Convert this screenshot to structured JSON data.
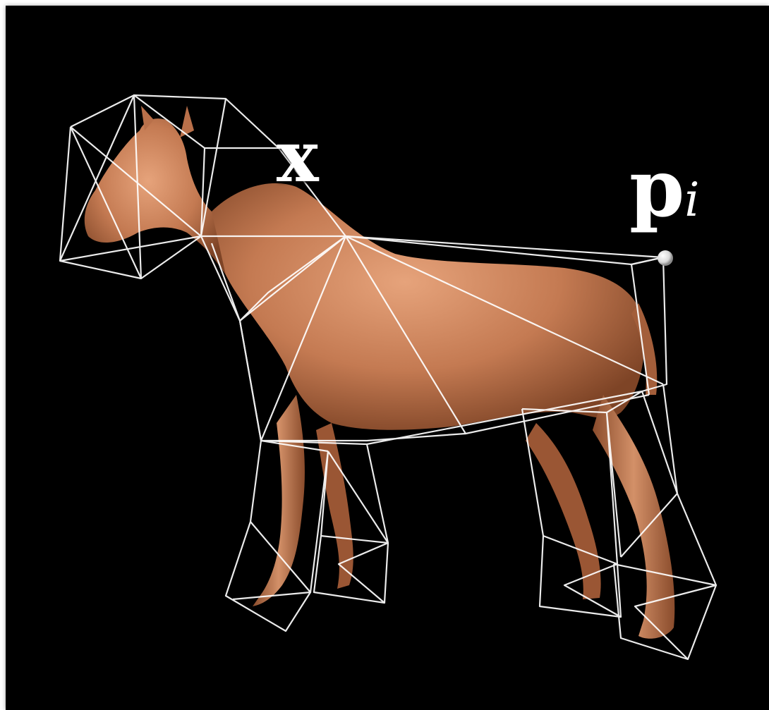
{
  "labels": {
    "point_x": "x",
    "point_p_base": "p",
    "point_p_subscript": "i"
  },
  "colors": {
    "background": "#000000",
    "frame_border": "#ffffff",
    "mesh_surface": "#c9825b",
    "cage_wire": "#ffffff"
  }
}
